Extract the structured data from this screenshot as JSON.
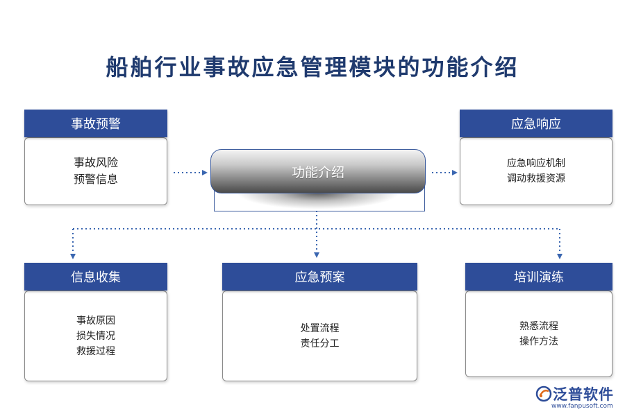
{
  "title": "船舶行业事故应急管理模块的功能介绍",
  "center": {
    "label": "功能介绍"
  },
  "cards": [
    {
      "id": "warning",
      "title": "事故预警",
      "items": [
        "事故风险",
        "预警信息"
      ]
    },
    {
      "id": "response",
      "title": "应急响应",
      "items": [
        "应急响应机制",
        "调动救援资源"
      ]
    },
    {
      "id": "collection",
      "title": "信息收集",
      "items": [
        "事故原因",
        "损失情况",
        "救援过程"
      ]
    },
    {
      "id": "plan",
      "title": "应急预案",
      "items": [
        "处置流程",
        "责任分工"
      ]
    },
    {
      "id": "training",
      "title": "培训演练",
      "items": [
        "熟悉流程",
        "操作方法"
      ]
    }
  ],
  "logo": {
    "name": "泛普软件",
    "url": "www.fanpusoft.com"
  },
  "colors": {
    "header": "#2e4d99",
    "title": "#1f3a6e",
    "connector": "#3a66b0"
  }
}
